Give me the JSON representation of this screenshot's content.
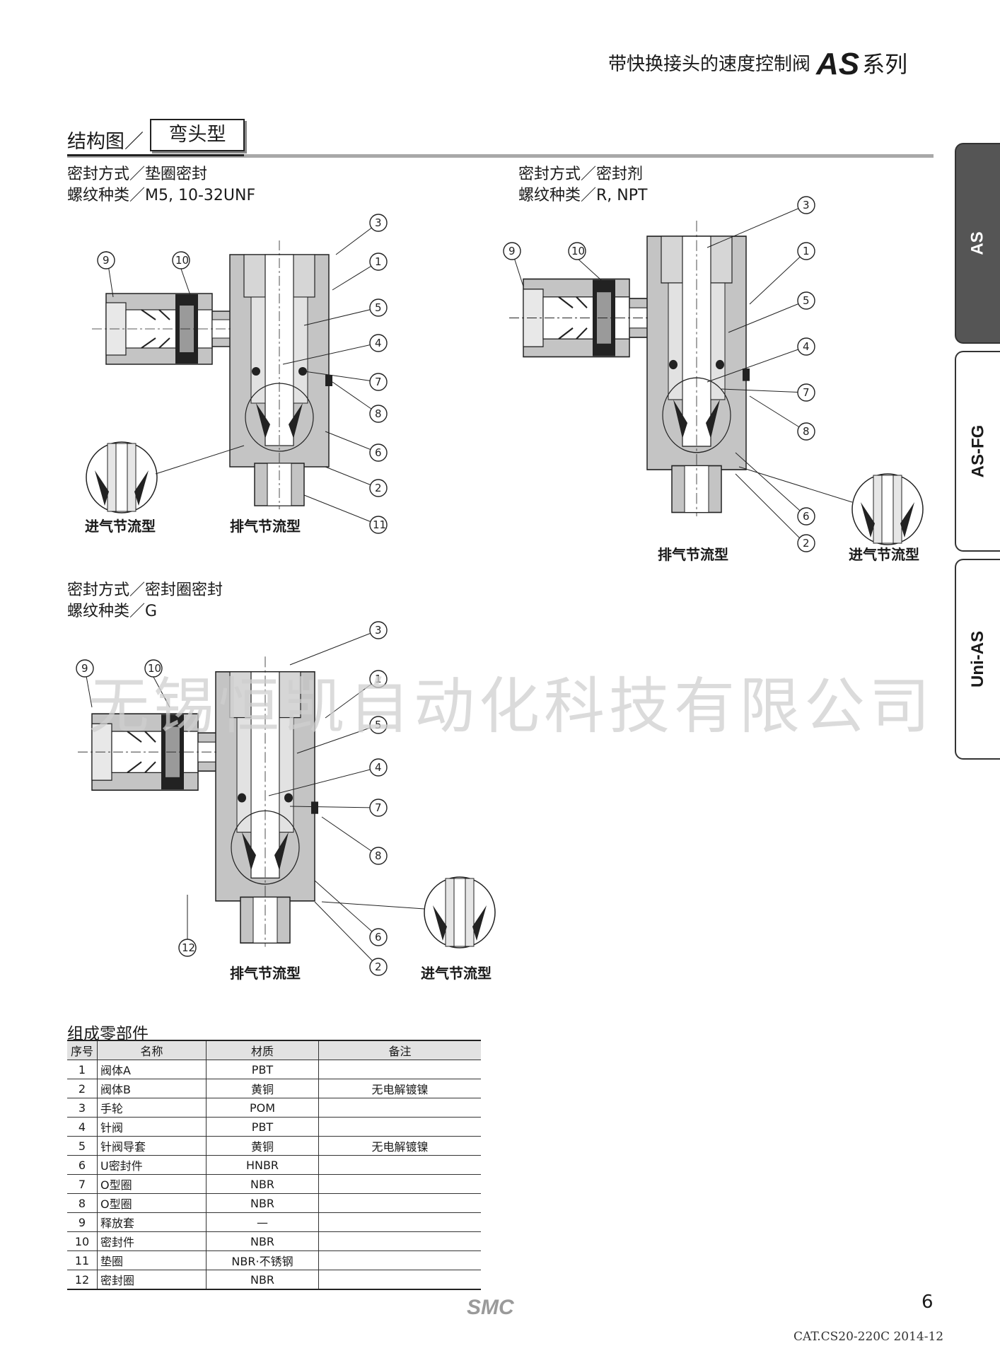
{
  "header": {
    "series_title": "带快换接头的速度控制阀",
    "series_code": "AS",
    "series_suffix": "系列"
  },
  "section": {
    "title": "结构图／",
    "box_label": "弯头型"
  },
  "side_tabs": [
    "AS",
    "AS-FG",
    "Uni-AS"
  ],
  "diagrams": [
    {
      "seal_line": "密封方式／垫圈密封",
      "thread_line": "螺纹种类／M5, 10-32UNF",
      "callouts": [
        "3",
        "1",
        "5",
        "4",
        "7",
        "8",
        "6",
        "2",
        "11",
        "9",
        "10"
      ],
      "label_in": "进气节流型",
      "label_out": "排气节流型"
    },
    {
      "seal_line": "密封方式／密封剂",
      "thread_line": "螺纹种类／R, NPT",
      "callouts": [
        "3",
        "1",
        "5",
        "4",
        "7",
        "8",
        "6",
        "2",
        "9",
        "10"
      ],
      "label_in": "进气节流型",
      "label_out": "排气节流型"
    },
    {
      "seal_line": "密封方式／密封圈密封",
      "thread_line": "螺纹种类／G",
      "callouts": [
        "3",
        "1",
        "5",
        "4",
        "7",
        "8",
        "6",
        "2",
        "12",
        "9",
        "10"
      ],
      "label_in": "进气节流型",
      "label_out": "排气节流型"
    }
  ],
  "watermark": "无锡恒凯自动化科技有限公司",
  "parts_table": {
    "title": "组成零部件",
    "headers": [
      "序号",
      "名称",
      "材质",
      "备注"
    ],
    "rows": [
      [
        "1",
        "阀体A",
        "PBT",
        ""
      ],
      [
        "2",
        "阀体B",
        "黄铜",
        "无电解镀镍"
      ],
      [
        "3",
        "手轮",
        "POM",
        ""
      ],
      [
        "4",
        "针阀",
        "PBT",
        ""
      ],
      [
        "5",
        "针阀导套",
        "黄铜",
        "无电解镀镍"
      ],
      [
        "6",
        "U密封件",
        "HNBR",
        ""
      ],
      [
        "7",
        "O型圈",
        "NBR",
        ""
      ],
      [
        "8",
        "O型圈",
        "NBR",
        ""
      ],
      [
        "9",
        "释放套",
        "—",
        ""
      ],
      [
        "10",
        "密封件",
        "NBR",
        ""
      ],
      [
        "11",
        "垫圈",
        "NBR·不锈钢",
        ""
      ],
      [
        "12",
        "密封圈",
        "NBR",
        ""
      ]
    ]
  },
  "footer": {
    "page_number": "6",
    "catalog_code": "CAT.CS20-220C 2014-12",
    "logo_text": "SMC"
  }
}
